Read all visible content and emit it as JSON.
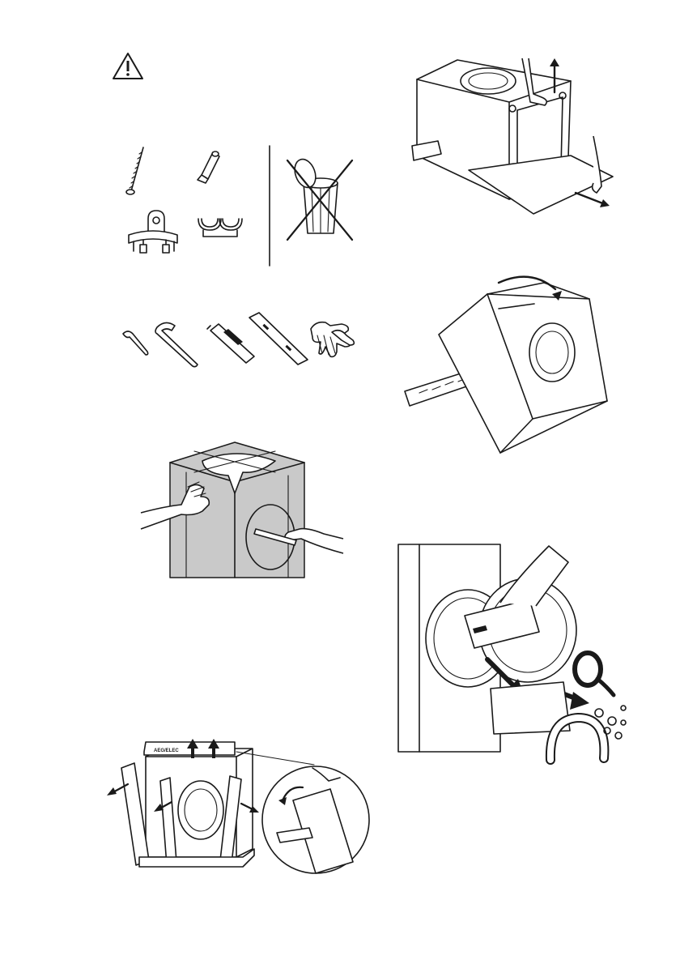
{
  "page": {
    "brand_label": "AEG/ELEC",
    "colors": {
      "ink": "#1a1a1a",
      "paper": "#ffffff",
      "packaging_grey": "#c9c9c9"
    }
  },
  "figures": [
    {
      "id": "warning",
      "icon": "warning-triangle-icon"
    },
    {
      "id": "transit-parts-keep",
      "items": [
        "long-bolt-icon",
        "plastic-plug-icon",
        "hose-clamp-icon",
        "hose-clip-icon",
        "do-not-discard-bin-icon"
      ]
    },
    {
      "id": "tools-required",
      "items": [
        "small-wrench-icon",
        "large-wrench-icon",
        "utility-knife-icon",
        "spirit-level-icon",
        "gloves-icon"
      ]
    },
    {
      "id": "cut-packaging-film"
    },
    {
      "id": "remove-packaging-sides"
    },
    {
      "id": "lift-off-polystyrene-top"
    },
    {
      "id": "tilt-machine-remove-base"
    },
    {
      "id": "remove-accessories-from-drum"
    }
  ]
}
